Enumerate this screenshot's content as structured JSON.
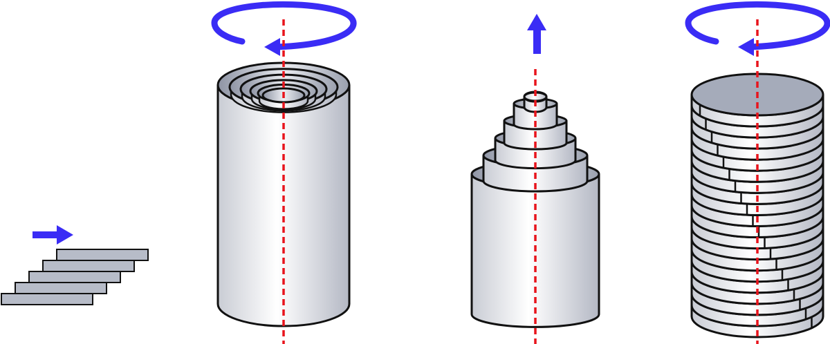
{
  "colors": {
    "arrow": "#3a2cf5",
    "axis": "#e8141c",
    "outline": "#111111",
    "plate": "#b7bcc8",
    "top_face": "#a5abba",
    "side_light": "#ffffff",
    "side_dark": "#b9bdc8"
  },
  "panels": [
    {
      "name": "stacked-plates",
      "motion": "translate-right",
      "plates": 5
    },
    {
      "name": "nested-cylinders",
      "motion": "rotate-about-axis",
      "rings": 5
    },
    {
      "name": "telescoping-cylinders",
      "motion": "translate-up",
      "tiers": 6
    },
    {
      "name": "stacked-discs",
      "motion": "rotate-about-axis",
      "discs": 20
    }
  ]
}
